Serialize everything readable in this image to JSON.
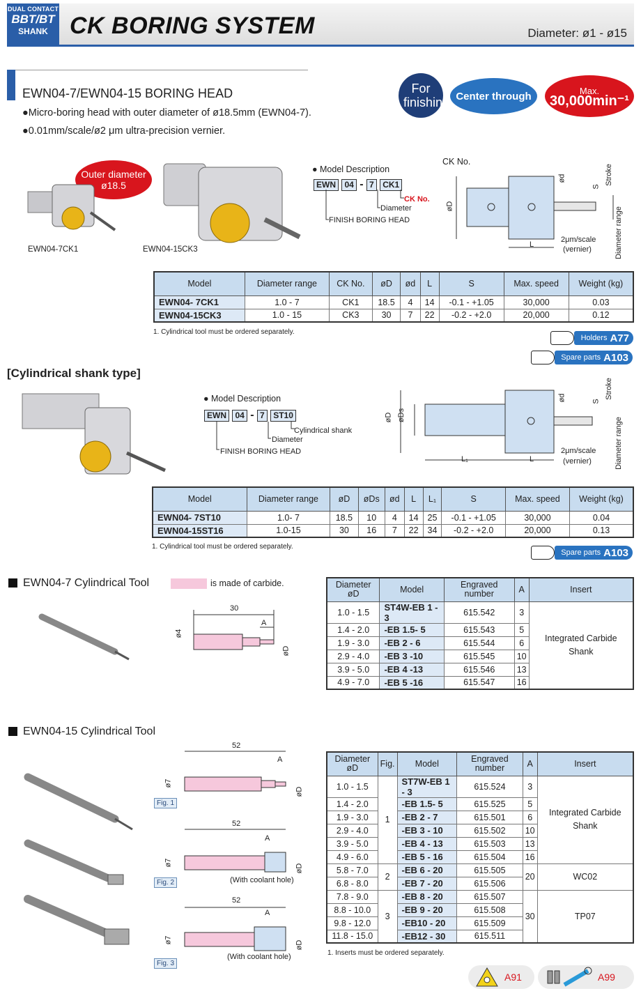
{
  "header": {
    "tag_line1": "DUAL CONTACT",
    "tag_line2": "BBT/BT",
    "tag_line3": "SHANK",
    "title": "CK BORING SYSTEM",
    "diameter": "Diameter: ø1 - ø15"
  },
  "section1": {
    "title": "EWN04-7/EWN04-15 BORING HEAD",
    "bullet1": "●Micro-boring head with outer diameter of ø18.5mm (EWN04-7).",
    "bullet2": "●0.01mm/scale/ø2 μm ultra-precision vernier.",
    "badge_finish": "For finishing",
    "badge_center": "Center through",
    "badge_max_l1": "Max.",
    "badge_max_l2": "30,000min⁻¹",
    "outer_diam_l1": "Outer diameter",
    "outer_diam_l2": "ø18.5",
    "img1_caption": "EWN04-7CK1",
    "img2_caption": "EWN04-15CK3",
    "model_desc": "● Model Description",
    "md_parts": [
      "EWN",
      "04",
      "7",
      "CK1"
    ],
    "md_dash": "-",
    "md_ck": "CK No.",
    "md_diam": "Diameter",
    "md_finish": "FINISH BORING HEAD",
    "diag": {
      "ck": "CK No.",
      "od": "ød",
      "oD": "øD",
      "S": "S",
      "stroke": "Stroke",
      "L": "L",
      "scale": "2μm/scale",
      "vernier": "(vernier)",
      "range": "Diameter range"
    },
    "table": {
      "headers": [
        "Model",
        "Diameter range",
        "CK No.",
        "øD",
        "ød",
        "L",
        "S",
        "Max. speed",
        "Weight (kg)"
      ],
      "rows": [
        [
          "EWN04-  7CK1",
          "1.0 -  7",
          "CK1",
          "18.5",
          "4",
          "14",
          "-0.1 - +1.05",
          "30,000",
          "0.03"
        ],
        [
          "EWN04-15CK3",
          "1.0 - 15",
          "CK3",
          "30",
          "7",
          "22",
          "-0.2 - +2.0",
          "20,000",
          "0.12"
        ]
      ]
    },
    "note": "1.  Cylindrical tool must be ordered separately.",
    "ref1_label": "Holders",
    "ref1_page": "A77",
    "ref2_label": "Spare parts",
    "ref2_page": "A103"
  },
  "section2": {
    "title": "[Cylindrical shank type]",
    "model_desc": "● Model Description",
    "md_parts": [
      "EWN",
      "04",
      "7",
      "ST10"
    ],
    "md_dash": "-",
    "md_shank": "Cylindrical shank",
    "md_diam": "Diameter",
    "md_finish": "FINISH BORING HEAD",
    "diag": {
      "oD": "øD",
      "oDs": "øDs",
      "od": "ød",
      "S": "S",
      "stroke": "Stroke",
      "L1": "L₁",
      "L": "L",
      "scale": "2μm/scale",
      "vernier": "(vernier)",
      "range": "Diameter range"
    },
    "table": {
      "headers": [
        "Model",
        "Diameter range",
        "øD",
        "øDs",
        "ød",
        "L",
        "L₁",
        "S",
        "Max. speed",
        "Weight (kg)"
      ],
      "rows": [
        [
          "EWN04-  7ST10",
          "1.0-  7",
          "18.5",
          "10",
          "4",
          "14",
          "25",
          "-0.1 - +1.05",
          "30,000",
          "0.04"
        ],
        [
          "EWN04-15ST16",
          "1.0-15",
          "30",
          "16",
          "7",
          "22",
          "34",
          "-0.2 - +2.0",
          "20,000",
          "0.13"
        ]
      ]
    },
    "note": "1.  Cylindrical tool must be ordered separately.",
    "ref_label": "Spare parts",
    "ref_page": "A103"
  },
  "section3": {
    "title": "EWN04-7 Cylindrical Tool",
    "carbide_note": "is made of carbide.",
    "dims": {
      "len": "30",
      "A": "A",
      "d4": "ø4",
      "oD": "øD"
    },
    "table": {
      "headers": [
        "Diameter øD",
        "Model",
        "Engraved number",
        "A",
        "Insert"
      ],
      "rows": [
        [
          "1.0 -  1.5",
          "ST4W-EB  1  -  3",
          "615.542",
          "3"
        ],
        [
          "1.4 -  2.0",
          "-EB  1.5-  5",
          "615.543",
          "5"
        ],
        [
          "1.9 -  3.0",
          "-EB  2  -  6",
          "615.544",
          "6"
        ],
        [
          "2.9 -  4.0",
          "-EB  3  -10",
          "615.545",
          "10"
        ],
        [
          "3.9 -  5.0",
          "-EB  4  -13",
          "615.546",
          "13"
        ],
        [
          "4.9 -  7.0",
          "-EB  5  -16",
          "615.547",
          "16"
        ]
      ],
      "insert": "Integrated Carbide Shank"
    }
  },
  "section4": {
    "title": "EWN04-15 Cylindrical Tool",
    "fig1": "Fig. 1",
    "fig2": "Fig. 2",
    "fig3": "Fig. 3",
    "dims": {
      "len": "52",
      "A": "A",
      "d7": "ø7",
      "oD": "øD"
    },
    "coolant": "(With coolant hole)",
    "table": {
      "headers": [
        "Diameter øD",
        "Fig.",
        "Model",
        "Engraved number",
        "A",
        "Insert"
      ],
      "rows": [
        [
          "1.0 -  1.5",
          "ST7W-EB  1   -  3",
          "615.524",
          "3"
        ],
        [
          "1.4 -  2.0",
          "-EB  1.5-  5",
          "615.525",
          "5"
        ],
        [
          "1.9 -  3.0",
          "-EB  2   -  7",
          "615.501",
          "6"
        ],
        [
          "2.9 -  4.0",
          "-EB  3   - 10",
          "615.502",
          "10"
        ],
        [
          "3.9 -  5.0",
          "-EB  4   - 13",
          "615.503",
          "13"
        ],
        [
          "4.9 -  6.0",
          "-EB  5   - 16",
          "615.504",
          "16"
        ],
        [
          "5.8 -  7.0",
          "-EB  6   - 20",
          "615.505",
          ""
        ],
        [
          "6.8 -  8.0",
          "-EB  7   - 20",
          "615.506",
          ""
        ],
        [
          "7.8 -  9.0",
          "-EB  8   - 20",
          "615.507",
          ""
        ],
        [
          "8.8 - 10.0",
          "-EB  9   - 20",
          "615.508",
          ""
        ],
        [
          "9.8 - 12.0",
          "-EB10   - 20",
          "615.509",
          ""
        ],
        [
          "11.8 - 15.0",
          "-EB12   - 30",
          "615.511",
          ""
        ]
      ],
      "fig_groups": [
        "1",
        "2",
        "3"
      ],
      "a_groups": [
        "20",
        "30"
      ],
      "insert_groups": [
        "Integrated Carbide Shank",
        "WC02",
        "TP07"
      ]
    },
    "note": "1.  Inserts must be ordered separately.",
    "ref1_page": "A91",
    "ref2_page": "A99"
  }
}
